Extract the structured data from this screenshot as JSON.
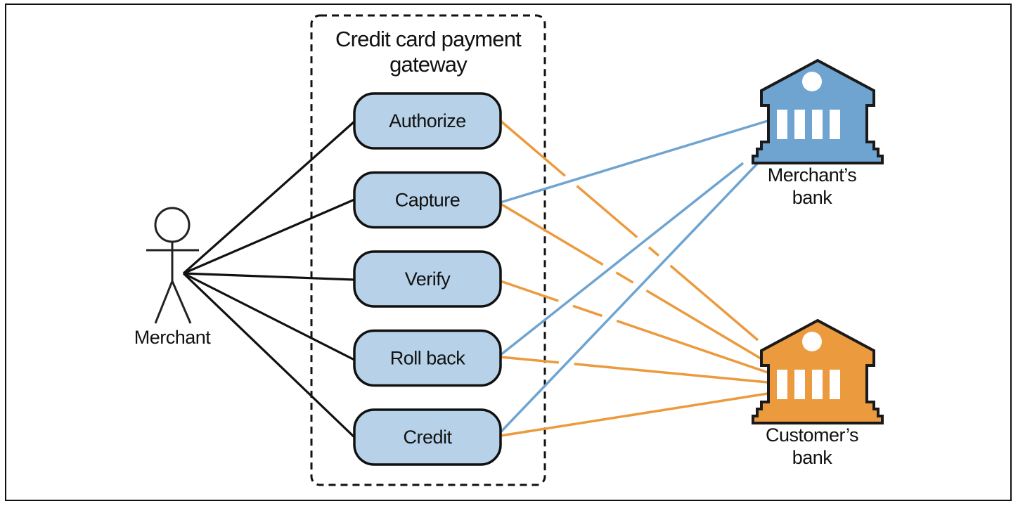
{
  "diagram": {
    "type": "uml-use-case",
    "system_boundary": {
      "title_line1": "Credit card payment",
      "title_line2": "gateway"
    },
    "actor": {
      "label": "Merchant",
      "icon": "stick-figure-icon"
    },
    "use_cases": [
      {
        "id": "authorize",
        "label": "Authorize"
      },
      {
        "id": "capture",
        "label": "Capture"
      },
      {
        "id": "verify",
        "label": "Verify"
      },
      {
        "id": "rollback",
        "label": "Roll back"
      },
      {
        "id": "credit",
        "label": "Credit"
      }
    ],
    "banks": [
      {
        "id": "merchant_bank",
        "label_line1": "Merchant’s",
        "label_line2": "bank",
        "icon": "bank-building-icon",
        "color": "#6fa4d1"
      },
      {
        "id": "customer_bank",
        "label_line1": "Customer’s",
        "label_line2": "bank",
        "icon": "bank-building-icon",
        "color": "#ec9a3e"
      }
    ],
    "colors": {
      "use_case_fill": "#b7d2e8",
      "merchant_link": "#111111",
      "merchant_bank_link": "#6fa4d1",
      "customer_bank_link": "#ec9a3e"
    },
    "connections": {
      "merchant_to": [
        "authorize",
        "capture",
        "verify",
        "rollback",
        "credit"
      ],
      "merchant_bank_from": [
        "capture",
        "rollback",
        "credit"
      ],
      "customer_bank_from": [
        "authorize",
        "capture",
        "verify",
        "rollback",
        "credit"
      ]
    }
  }
}
